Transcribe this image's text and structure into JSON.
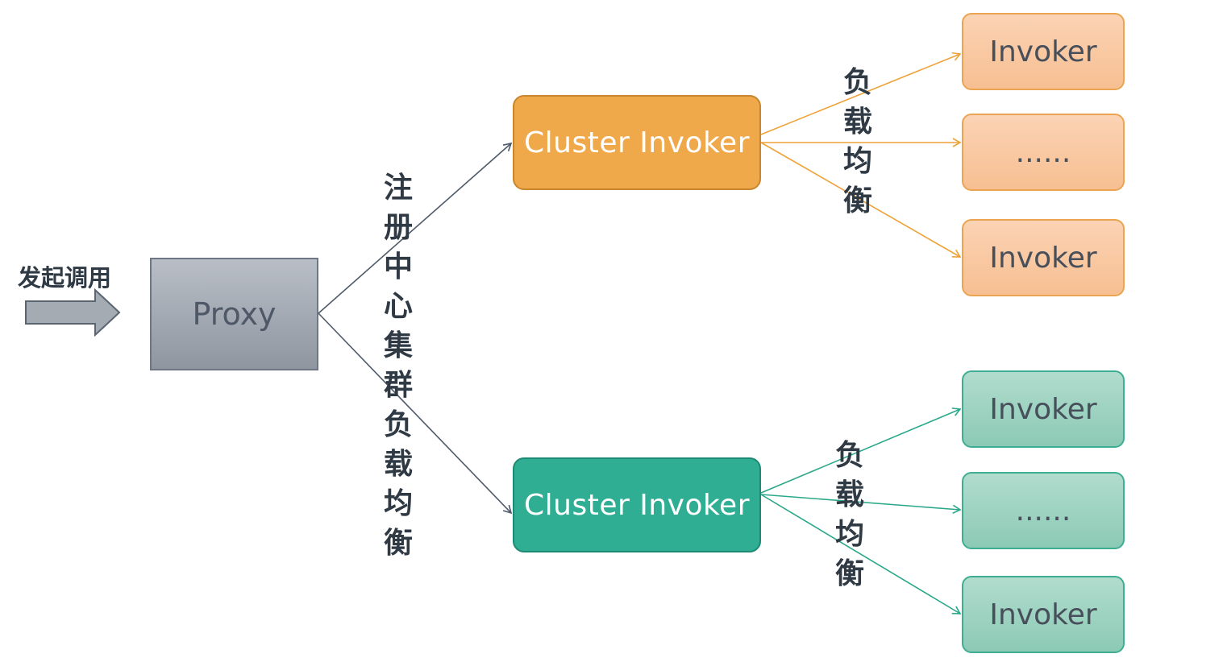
{
  "diagram": {
    "start_label": "发起调用",
    "proxy_label": "Proxy",
    "registry_lb_label": "注册中心集群负载均衡",
    "top_cluster": {
      "label": "Cluster Invoker",
      "color": "#f0a94a",
      "lb_label": "负载均衡",
      "invokers": [
        "Invoker",
        "......",
        "Invoker"
      ]
    },
    "bottom_cluster": {
      "label": "Cluster Invoker",
      "color": "#2fae94",
      "lb_label": "负载均衡",
      "invokers": [
        "Invoker",
        "......",
        "Invoker"
      ]
    },
    "colors": {
      "proxy": "#9aa0a9",
      "arrow_gray": "#4f5a6a",
      "arrow_orange": "#eea23a",
      "arrow_teal": "#2aa889"
    }
  }
}
